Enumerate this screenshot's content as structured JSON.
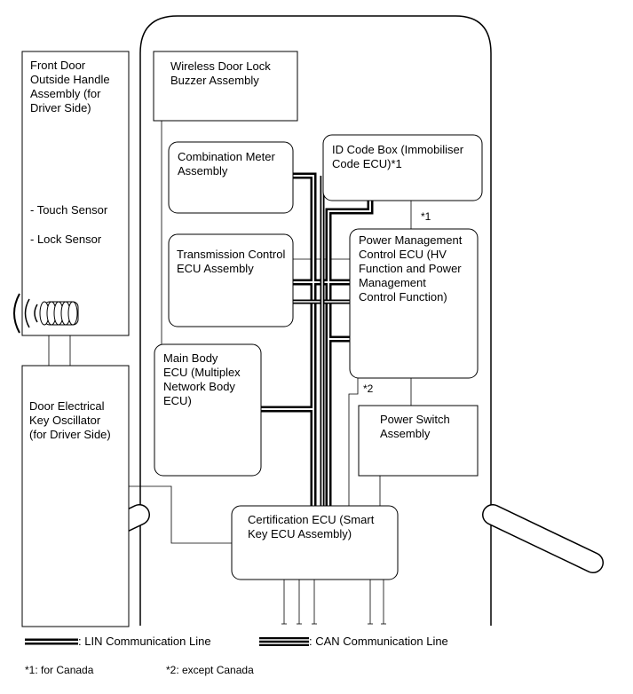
{
  "components": {
    "front_door_handle": [
      "Front Door",
      "Outside Handle",
      "Assembly (for",
      "Driver Side)"
    ],
    "touch_sensor": "- Touch Sensor",
    "lock_sensor": "- Lock Sensor",
    "door_oscillator": [
      "Door Electrical",
      "Key Oscillator",
      "(for Driver Side)"
    ],
    "wireless_buzzer": [
      "Wireless Door Lock",
      "Buzzer Assembly"
    ],
    "combination_meter": [
      "Combination Meter",
      "Assembly"
    ],
    "id_code_box": [
      "ID Code Box (Immobiliser",
      "Code ECU)*1"
    ],
    "transmission_ecu": [
      "Transmission Control",
      "ECU Assembly"
    ],
    "power_mgmt_ecu": [
      "Power Management",
      "Control ECU (HV",
      "Function and Power",
      "Management",
      "Control Function)"
    ],
    "main_body_ecu": [
      "Main Body",
      "ECU (Multiplex",
      "Network Body",
      "ECU)"
    ],
    "power_switch": [
      "Power Switch",
      "Assembly"
    ],
    "certification_ecu": [
      "Certification ECU (Smart",
      "Key ECU Assembly)"
    ]
  },
  "notes": {
    "star1": "*1",
    "star2": "*2"
  },
  "legend": {
    "lin": ": LIN Communication Line",
    "can": ": CAN Communication Line",
    "footnote1": "*1: for Canada",
    "footnote2": "*2: except Canada"
  }
}
